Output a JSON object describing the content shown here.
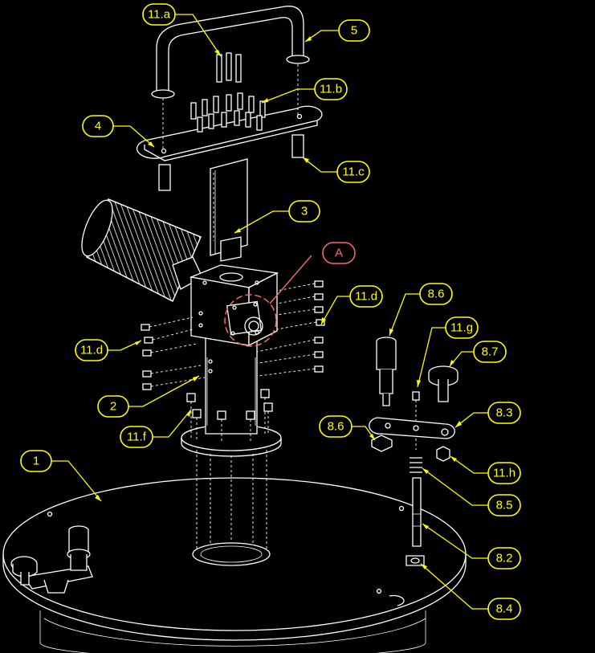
{
  "callouts": {
    "c11a": "11.a",
    "c5": "5",
    "c11b": "11.b",
    "c4": "4",
    "c11c": "11.c",
    "c3": "3",
    "cA": "A",
    "c11d_right": "11.d",
    "c11d_left": "11.d",
    "c86_top": "8.6",
    "c11g": "11.g",
    "c87": "8.7",
    "c2": "2",
    "c83": "8.3",
    "c86_left": "8.6",
    "c11f": "11.f",
    "c11h": "11.h",
    "c1": "1",
    "c85": "8.5",
    "c82": "8.2",
    "c84": "8.4"
  },
  "colors": {
    "background": "#000000",
    "linework": "#ffffff",
    "callout": "#ffff00",
    "detail_marker": "#ff6b6b"
  }
}
